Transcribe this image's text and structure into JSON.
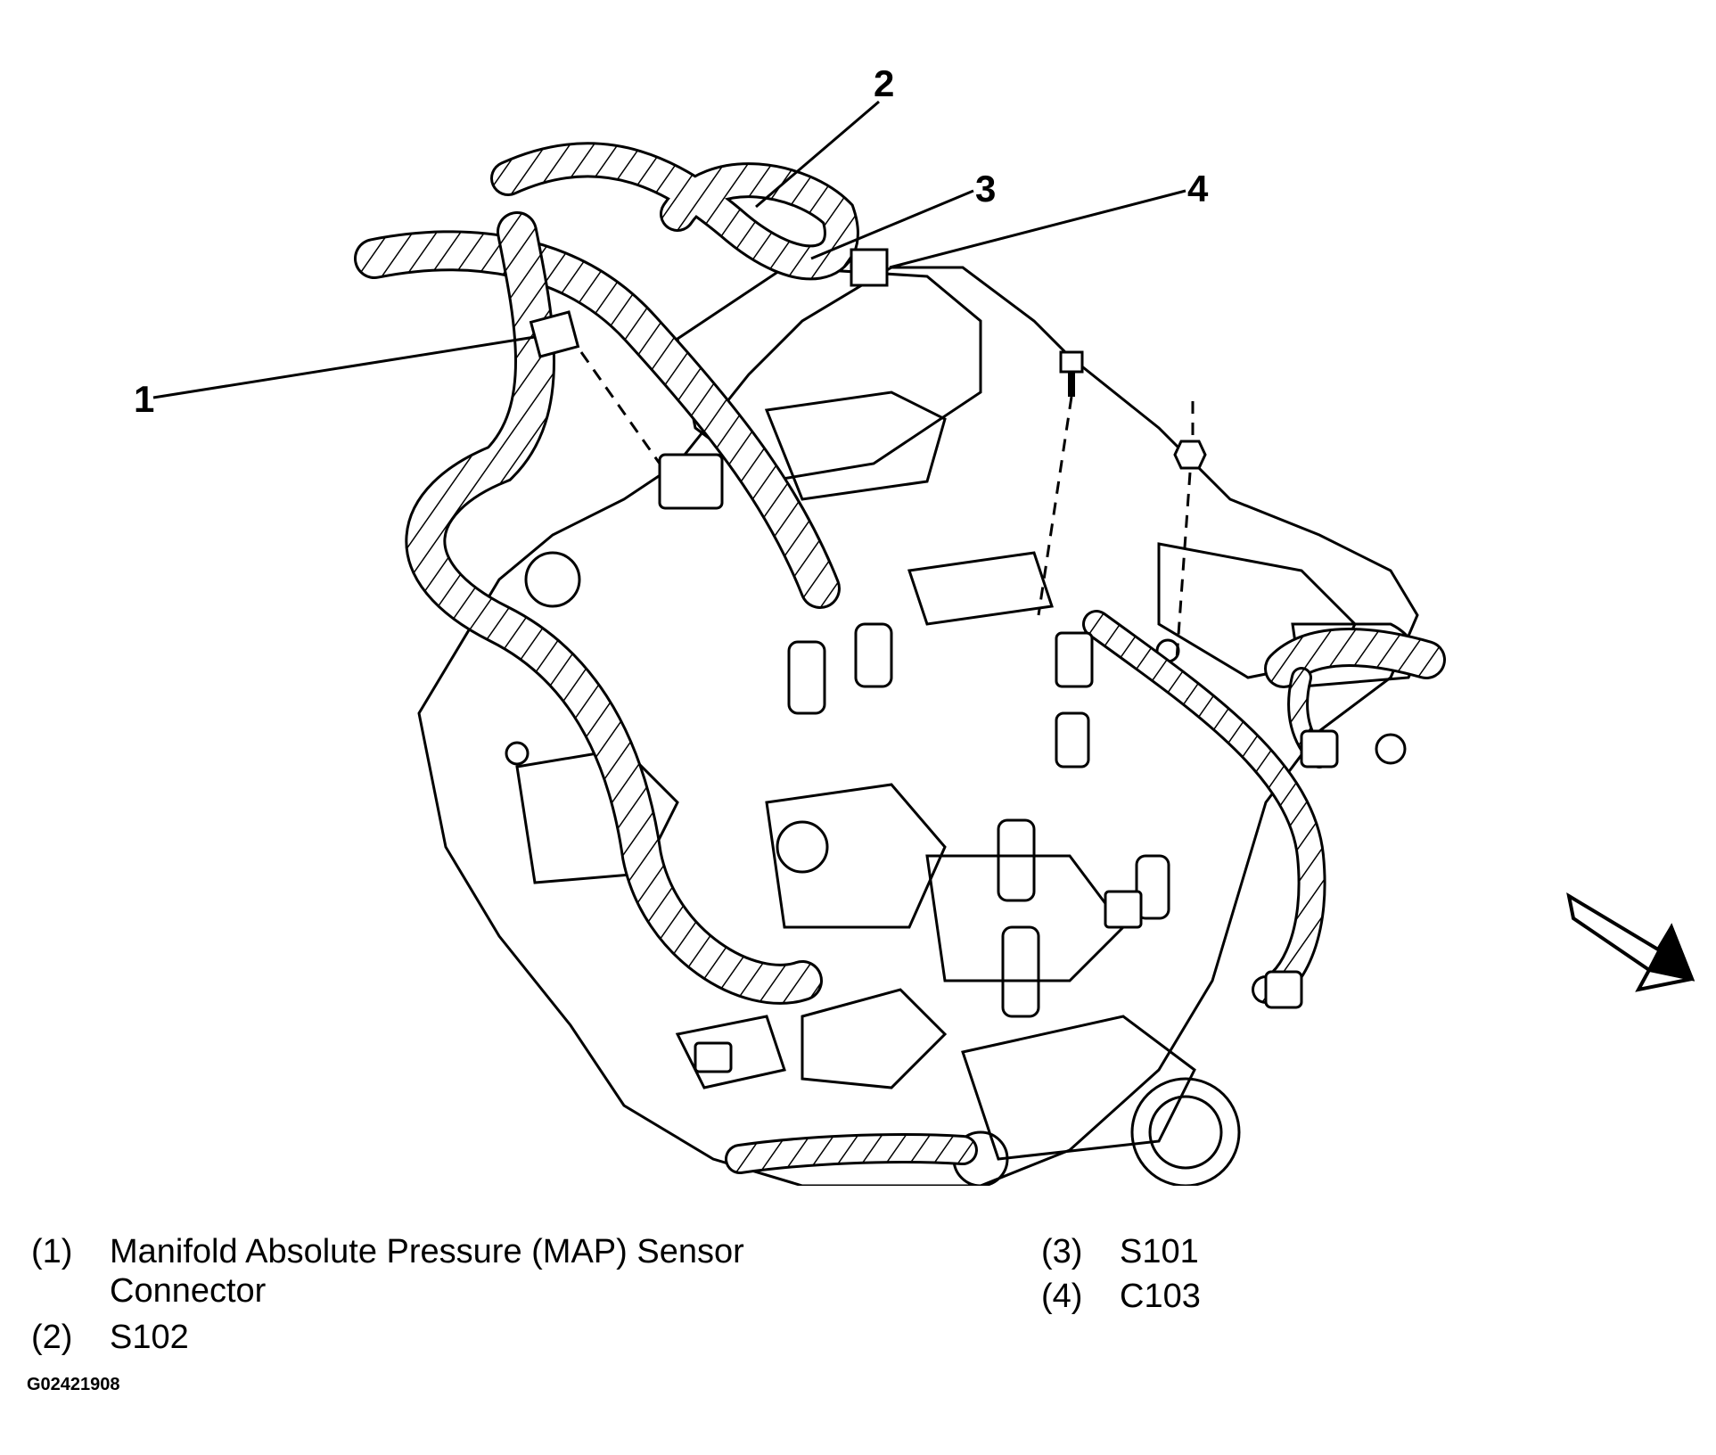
{
  "callouts": [
    {
      "id": 1,
      "label": "1"
    },
    {
      "id": 2,
      "label": "2"
    },
    {
      "id": 3,
      "label": "3"
    },
    {
      "id": 4,
      "label": "4"
    }
  ],
  "legend": [
    {
      "num": "(1)",
      "text_line1": "Manifold Absolute Pressure (MAP) Sensor",
      "text_line2": "Connector"
    },
    {
      "num": "(2)",
      "text": "S102"
    },
    {
      "num": "(3)",
      "text": "S101"
    },
    {
      "num": "(4)",
      "text": "C103"
    }
  ],
  "figure_id": "G02421908",
  "direction_arrow_icon": "arrow-down-right-icon"
}
